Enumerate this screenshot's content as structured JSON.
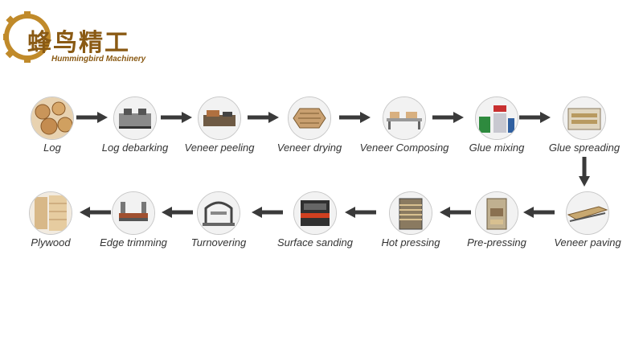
{
  "logo": {
    "cn_text": "蜂鸟精工",
    "en_text": "Hummingbird Machinery"
  },
  "steps": [
    {
      "label": "Log",
      "icon": "log-pile-icon"
    },
    {
      "label": "Log debarking",
      "icon": "debarking-machine-icon"
    },
    {
      "label": "Veneer peeling",
      "icon": "peeling-machine-icon"
    },
    {
      "label": "Veneer drying",
      "icon": "dryer-icon"
    },
    {
      "label": "Veneer Composing",
      "icon": "composing-line-icon"
    },
    {
      "label": "Glue mixing",
      "icon": "glue-mixer-icon"
    },
    {
      "label": "Glue spreading",
      "icon": "glue-spreader-icon"
    },
    {
      "label": "Veneer paving",
      "icon": "paving-line-icon"
    },
    {
      "label": "Pre-pressing",
      "icon": "pre-press-icon"
    },
    {
      "label": "Hot pressing",
      "icon": "hot-press-icon"
    },
    {
      "label": "Surface sanding",
      "icon": "sander-icon"
    },
    {
      "label": "Turnovering",
      "icon": "turnover-machine-icon"
    },
    {
      "label": "Edge trimming",
      "icon": "edge-trimmer-icon"
    },
    {
      "label": "Plywood",
      "icon": "plywood-stack-icon"
    }
  ],
  "colors": {
    "brand": "#c08a2a",
    "arrow": "#3a3a3a"
  }
}
